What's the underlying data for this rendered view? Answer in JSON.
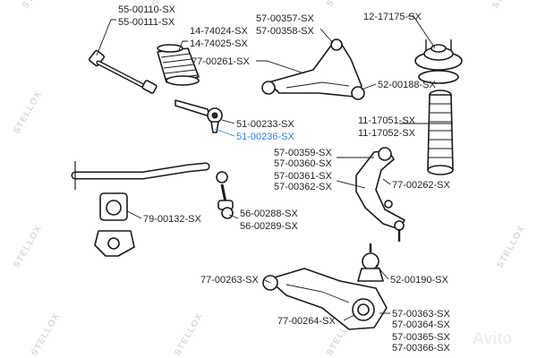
{
  "labels": {
    "p55_00110": "55-00110-SX",
    "p55_00111": "55-00111-SX",
    "p14_74024": "14-74024-SX",
    "p14_74025": "14-74025-SX",
    "p57_00357": "57-00357-SX",
    "p57_00358": "57-00358-SX",
    "p12_17175": "12-17175-SX",
    "p77_00261": "77-00261-SX",
    "p52_00188": "52-00188-SX",
    "p51_00233": "51-00233-SX",
    "p51_00236": "51-00236-SX",
    "p11_17051": "11-17051-SX",
    "p11_17052": "11-17052-SX",
    "p57_00359": "57-00359-SX",
    "p57_00360": "57-00360-SX",
    "p57_00361": "57-00361-SX",
    "p57_00362": "57-00362-SX",
    "p77_00262": "77-00262-SX",
    "p79_00132": "79-00132-SX",
    "p56_00288": "56-00288-SX",
    "p56_00289": "56-00289-SX",
    "p52_00190": "52-00190-SX",
    "p77_00263": "77-00263-SX",
    "p77_00264": "77-00264-SX",
    "p57_00363": "57-00363-SX",
    "p57_00364": "57-00364-SX",
    "p57_00365": "57-00365-SX",
    "p57_00366": "57-00366-SX"
  },
  "watermark": {
    "brand": "STELLOX",
    "site": "Avito"
  },
  "colors": {
    "highlight": "#2f7fd8",
    "ink": "#1a1a1a",
    "watermark": "#d9d9d9"
  }
}
